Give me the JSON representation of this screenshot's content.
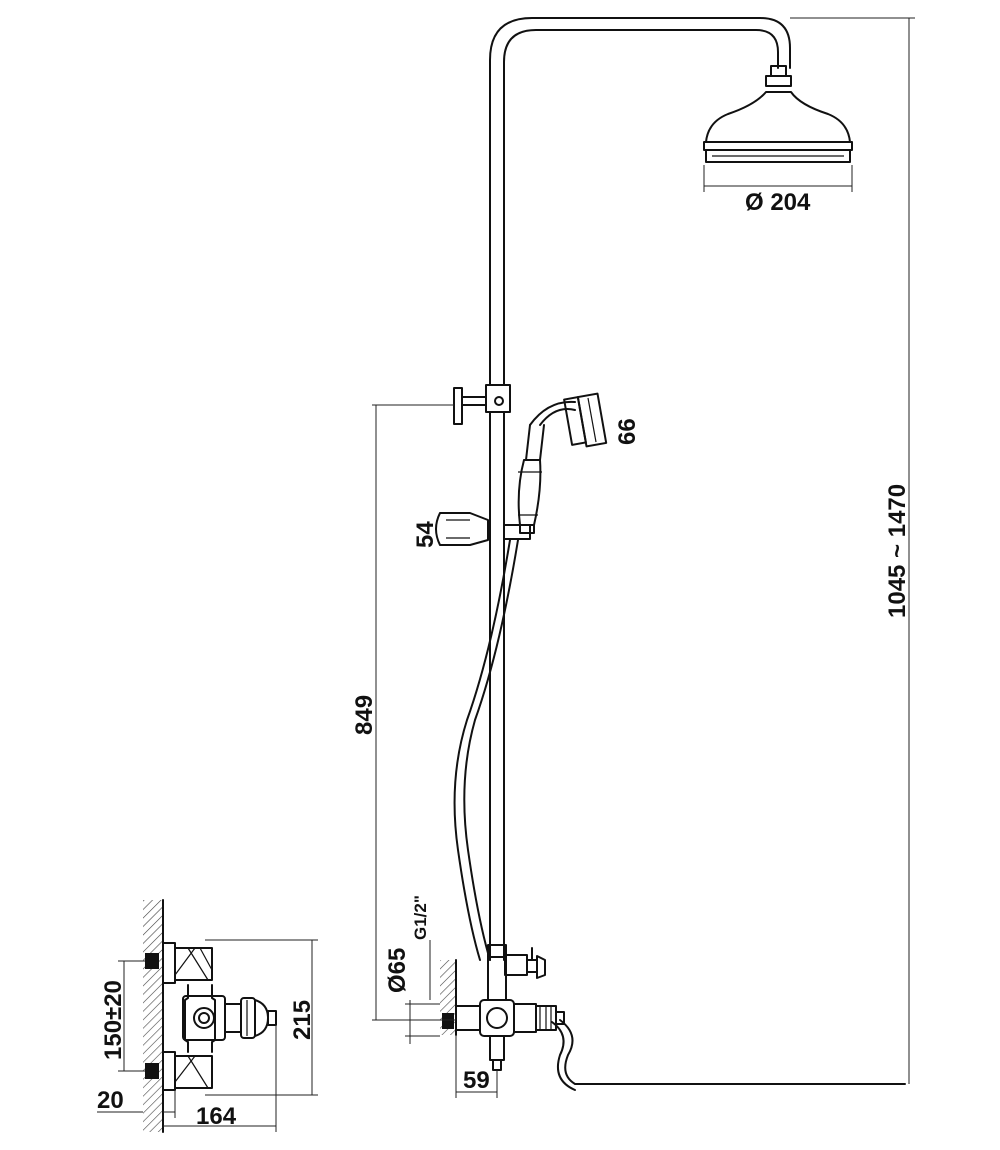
{
  "dimensions": {
    "shower_head_diameter": "Ø 204",
    "hand_shower_size": "66",
    "holder_size": "54",
    "total_height": "1045 ~ 1470",
    "slide_height": "849",
    "inlet_diameter": "Ø65",
    "thread": "G1/2\"",
    "mixer_depth": "59",
    "side_center_distance": "150±20",
    "side_mixer_height": "215",
    "wall_offset": "20",
    "side_depth": "164"
  },
  "colors": {
    "line": "#111111",
    "background": "#ffffff"
  }
}
